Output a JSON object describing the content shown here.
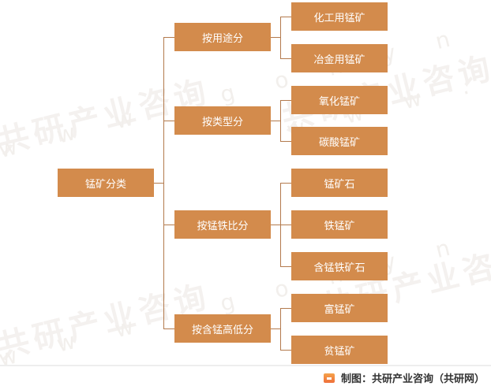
{
  "diagram": {
    "root": {
      "label": "锰矿分类"
    },
    "categories": [
      {
        "label": "按用途分",
        "children": [
          {
            "label": "化工用锰矿"
          },
          {
            "label": "冶金用锰矿"
          }
        ]
      },
      {
        "label": "按类型分",
        "children": [
          {
            "label": "氧化锰矿"
          },
          {
            "label": "碳酸锰矿"
          }
        ]
      },
      {
        "label": "按锰铁比分",
        "children": [
          {
            "label": "锰矿石"
          },
          {
            "label": "铁锰矿"
          },
          {
            "label": "含锰铁矿石"
          }
        ]
      },
      {
        "label": "按含锰高低分",
        "children": [
          {
            "label": "富锰矿"
          },
          {
            "label": "贫锰矿"
          }
        ]
      }
    ]
  },
  "watermark": {
    "brand": "共研产业咨询",
    "url": "w w w . g o n y n . c o m"
  },
  "footer": {
    "credit": "制图：共研产业咨询（共研网）"
  },
  "colors": {
    "box": "#d38b4c",
    "connector": "#b37a4d"
  }
}
